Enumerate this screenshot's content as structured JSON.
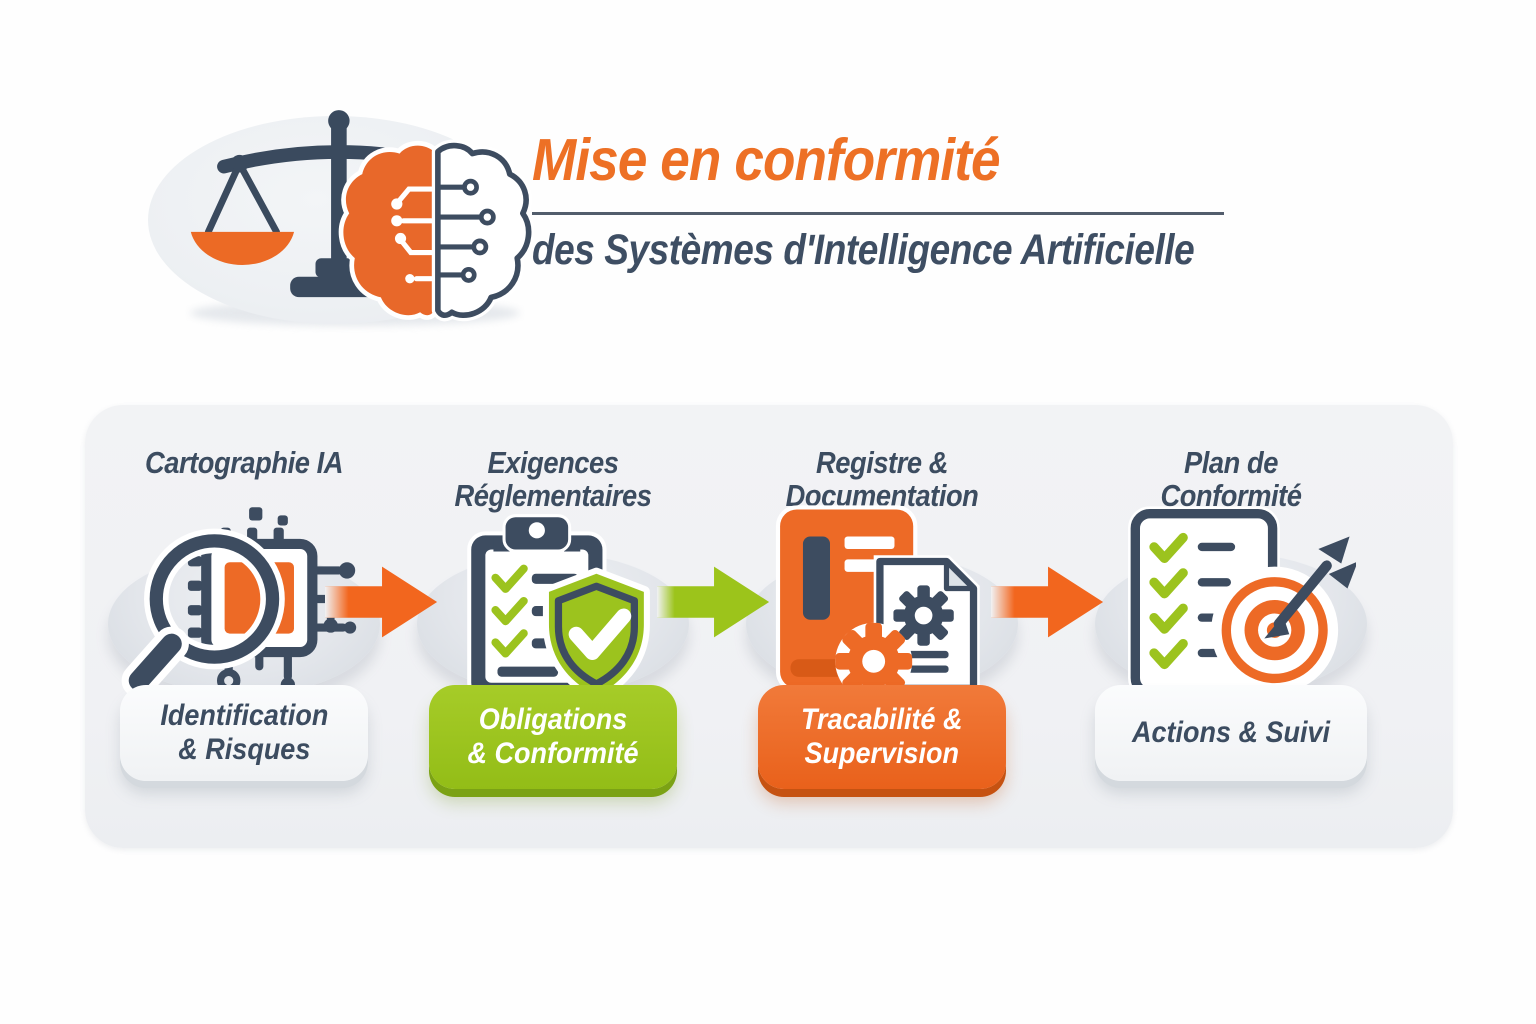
{
  "header": {
    "title": "Mise en conformité",
    "subtitle": "des Systèmes d'Intelligence Artificielle",
    "logo_icons": [
      "scales-of-justice-icon",
      "ai-brain-circuit-icon"
    ]
  },
  "steps": [
    {
      "heading": {
        "line1": "Cartographie IA",
        "line2": ""
      },
      "icon": "magnifier-circuit-chip-icon",
      "pill": {
        "line1": "Identification",
        "line2": "& Risques",
        "variant": "gray"
      }
    },
    {
      "heading": {
        "line1": "Exigences",
        "line2": "Réglementaires"
      },
      "icon": "clipboard-checklist-shield-icon",
      "pill": {
        "line1": "Obligations",
        "line2": "& Conformité",
        "variant": "green"
      }
    },
    {
      "heading": {
        "line1": "Registre &",
        "line2": "Documentation"
      },
      "icon": "register-book-gears-document-icon",
      "pill": {
        "line1": "Tracabilité &",
        "line2": "Supervision",
        "variant": "orange"
      }
    },
    {
      "heading": {
        "line1": "Plan de",
        "line2": "Conformité"
      },
      "icon": "checklist-target-dart-icon",
      "pill": {
        "line1": "Actions & Suivi",
        "line2": "",
        "variant": "gray"
      }
    }
  ],
  "arrows": [
    {
      "name": "arrow-step1-to-step2",
      "color": "#F2661E"
    },
    {
      "name": "arrow-step2-to-step3",
      "color": "#9CC41B"
    },
    {
      "name": "arrow-step3-to-step4",
      "color": "#F2661E"
    }
  ],
  "colors": {
    "orange": "#ED6A26",
    "green": "#9CC31E",
    "navy": "#3C4C60",
    "panel_bg": "#F1F2F4",
    "divider": "#525D6C"
  }
}
